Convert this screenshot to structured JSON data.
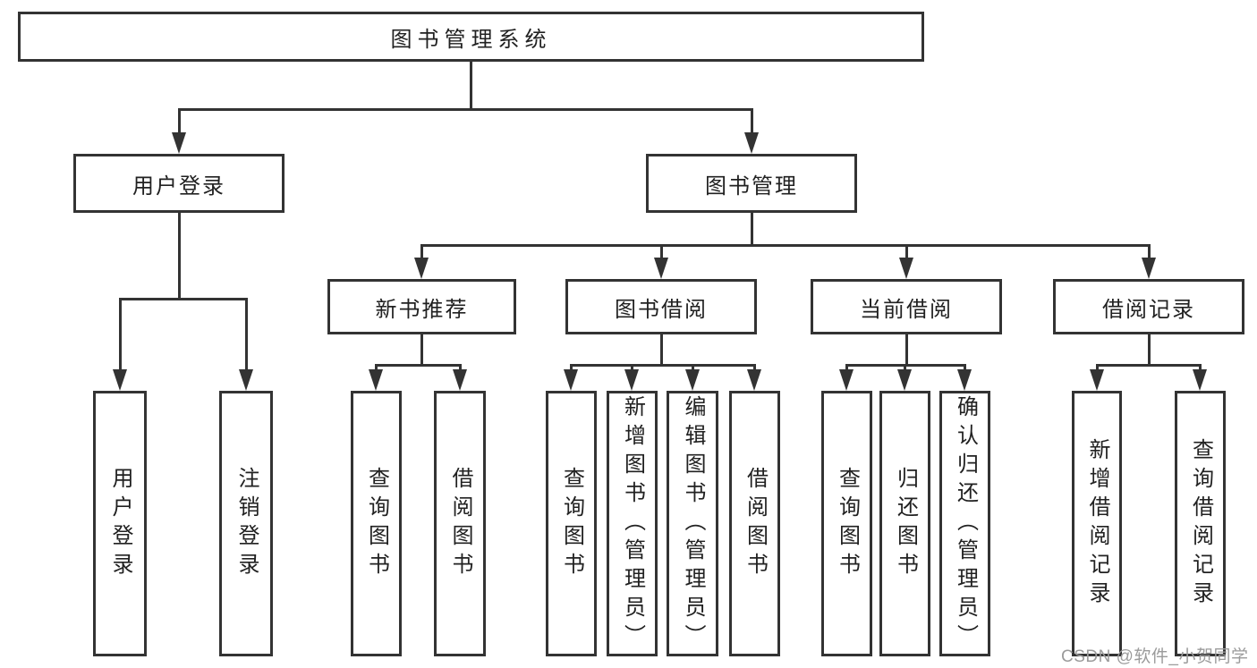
{
  "diagram": {
    "type": "tree",
    "root": {
      "label": "图书管理系统"
    },
    "branches": [
      {
        "label": "用户登录",
        "children": [
          {
            "label": "用户登录"
          },
          {
            "label": "注销登录"
          }
        ]
      },
      {
        "label": "图书管理",
        "children": [
          {
            "label": "新书推荐",
            "children": [
              {
                "label": "查询图书"
              },
              {
                "label": "借阅图书"
              }
            ]
          },
          {
            "label": "图书借阅",
            "children": [
              {
                "label": "查询图书"
              },
              {
                "label": "新增图书（管理员）"
              },
              {
                "label": "编辑图书（管理员）"
              },
              {
                "label": "借阅图书"
              }
            ]
          },
          {
            "label": "当前借阅",
            "children": [
              {
                "label": "查询图书"
              },
              {
                "label": "归还图书"
              },
              {
                "label": "确认归还（管理员）"
              }
            ]
          },
          {
            "label": "借阅记录",
            "children": [
              {
                "label": "新增借阅记录"
              },
              {
                "label": "查询借阅记录"
              }
            ]
          }
        ]
      }
    ],
    "watermark": "CSDN @软件_小贺同学",
    "colors": {
      "line": "#333333",
      "text": "#212121",
      "watermark": "#9b9b9b",
      "background": "#ffffff"
    }
  }
}
